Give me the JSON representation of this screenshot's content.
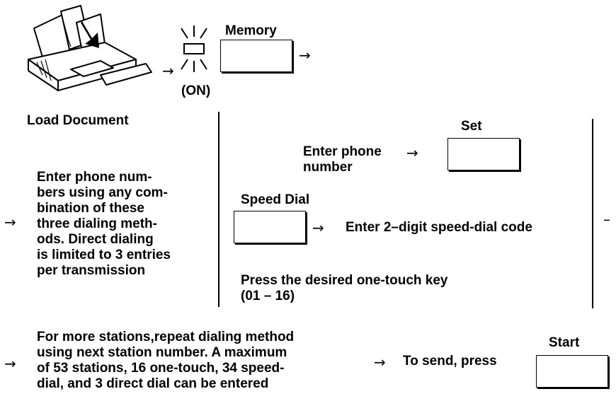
{
  "step1": {
    "load_document_label": "Load Document",
    "memory_label": "Memory",
    "on_label": "(ON)"
  },
  "step2": {
    "description": "Enter phone num-\nbers using any com-\nbination of these\nthree dialing meth-\nods.  Direct dialing\nis limited to 3 entries\nper transmission",
    "direct": {
      "text": "Enter phone\nnumber",
      "key_label": "Set"
    },
    "speed": {
      "key_label": "Speed Dial",
      "text": "Enter 2–digit speed-dial code"
    },
    "onetouch": {
      "text": "Press the desired one-touch key\n(01 – 16)"
    }
  },
  "step3": {
    "description": "For more stations,repeat dialing method\nusing next station number. A maximum\nof 53 stations, 16 one-touch, 34 speed-\ndial, and 3 direct dial can be entered",
    "send_text": "To send, press",
    "start_label": "Start"
  },
  "arrows": {
    "right": "→",
    "dash": "–"
  }
}
